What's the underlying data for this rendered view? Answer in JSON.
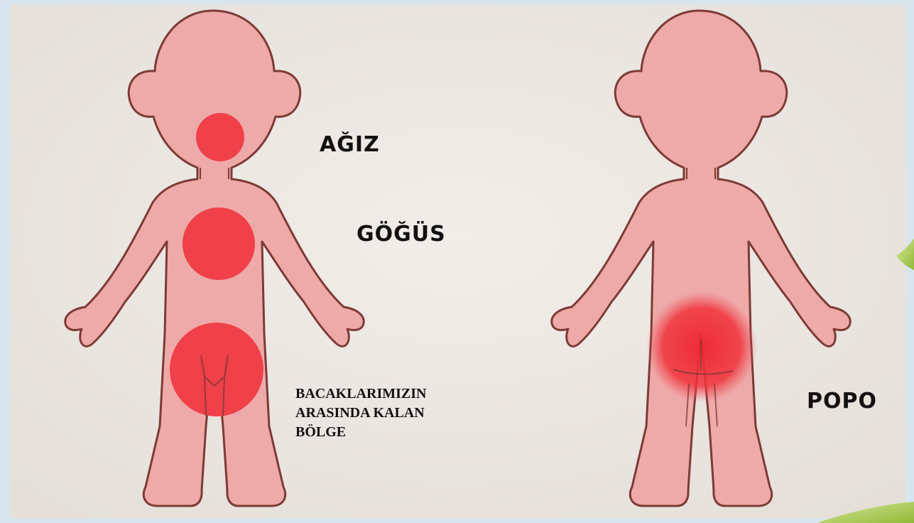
{
  "labels": {
    "mouth": "AĞIZ",
    "chest": "GÖĞÜS",
    "between_legs": [
      "BACAKLARIMIZIN",
      "ARASINDA KALAN",
      "BÖLGE"
    ],
    "bottom": "POPO"
  },
  "colors": {
    "body_fill": "#edaaa8",
    "body_outline": "#7d3a36",
    "zone_red": "#f04049",
    "background": "#ece8e3"
  }
}
